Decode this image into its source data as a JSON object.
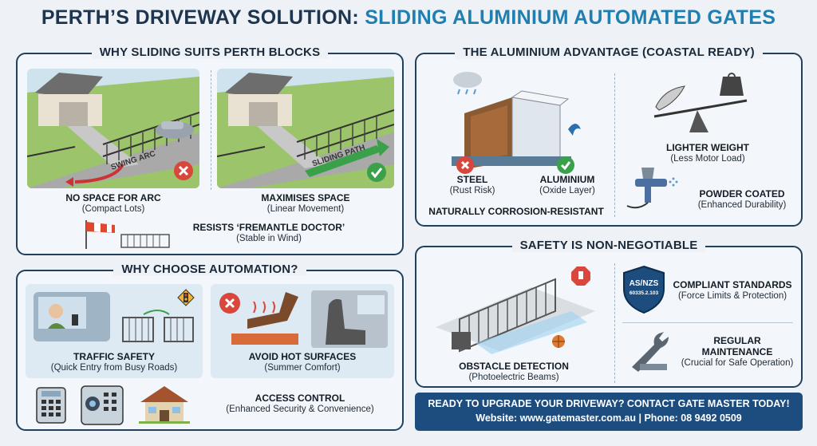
{
  "title": {
    "part1": "PERTH’S DRIVEWAY SOLUTION:",
    "part2": "SLIDING ALUMINIUM AUTOMATED GATES"
  },
  "sliding": {
    "heading": "WHY SLIDING SUITS PERTH BLOCKS",
    "swing_arc_tag": "SWING ARC",
    "sliding_path_tag": "SLIDING PATH",
    "left_title": "NO SPACE FOR ARC",
    "left_sub": "(Compact Lots)",
    "right_title": "MAXIMISES SPACE",
    "right_sub": "(Linear Movement)",
    "wind_title": "RESISTS ‘FREMANTLE DOCTOR’",
    "wind_sub": "(Stable in Wind)"
  },
  "automation": {
    "heading": "WHY CHOOSE AUTOMATION?",
    "traffic_title": "TRAFFIC SAFETY",
    "traffic_sub": "(Quick Entry from Busy Roads)",
    "hot_title": "AVOID HOT SURFACES",
    "hot_sub": "(Summer Comfort)",
    "access_title": "ACCESS CONTROL",
    "access_sub": "(Enhanced Security & Convenience)"
  },
  "aluminium": {
    "heading": "THE ALUMINIUM ADVANTAGE (COASTAL READY)",
    "steel_title": "STEEL",
    "steel_sub": "(Rust Risk)",
    "alu_title": "ALUMINIUM",
    "alu_sub": "(Oxide Layer)",
    "corrosion": "NATURALLY CORROSION-RESISTANT",
    "lighter_title": "LIGHTER WEIGHT",
    "lighter_sub": "(Less Motor Load)",
    "powder_title": "POWDER COATED",
    "powder_sub": "(Enhanced Durability)"
  },
  "safety": {
    "heading": "SAFETY IS NON-NEGOTIABLE",
    "obstacle_title": "OBSTACLE DETECTION",
    "obstacle_sub": "(Photoelectric Beams)",
    "shield_line1": "AS/NZS",
    "shield_line2": "60335.2.103",
    "compliant_title": "COMPLIANT STANDARDS",
    "compliant_sub": "(Force Limits & Protection)",
    "maint_title1": "REGULAR",
    "maint_title2": "MAINTENANCE",
    "maint_sub": "(Crucial for Safe Operation)"
  },
  "cta": {
    "line1": "READY TO UPGRADE YOUR DRIVEWAY? CONTACT GATE MASTER TODAY!",
    "line2": "Website: www.gatemaster.com.au  |  Phone: 08 9492 0509"
  },
  "colors": {
    "navy": "#1d4d7e",
    "accent": "#1f7fb0",
    "no": "#d9463b",
    "yes": "#3aa14a"
  },
  "icons": [
    "house-icon",
    "car-icon",
    "cross-icon",
    "check-icon",
    "windsock-icon",
    "driver-icon",
    "traffic-light-icon",
    "foot-icon",
    "car-seat-icon",
    "keypad-icon",
    "intercom-icon",
    "rain-cloud-icon",
    "wave-icon",
    "feather-icon",
    "weight-icon",
    "spray-gun-icon",
    "stop-hand-icon",
    "ball-icon",
    "shield-icon",
    "wrench-icon"
  ]
}
